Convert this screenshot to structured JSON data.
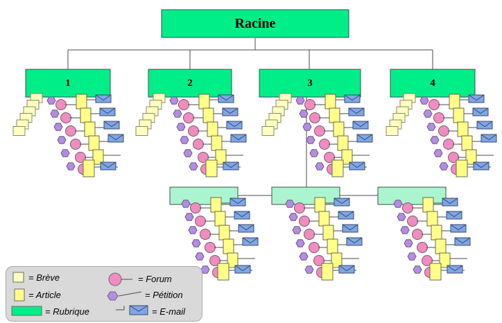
{
  "root": {
    "label": "Racine"
  },
  "sections": [
    {
      "label": "1"
    },
    {
      "label": "2"
    },
    {
      "label": "3"
    },
    {
      "label": "4"
    }
  ],
  "subsections_count_under": "3",
  "legend": {
    "breve": "= Brève",
    "article": "= Article",
    "rubrique": "= Rubrique",
    "forum": "= Forum",
    "petition": "= Pétition",
    "email": "= E-mail"
  },
  "colors": {
    "rubrique": "#00ee88",
    "subrubrique": "#aaf5d0",
    "breve": "#ffffc0",
    "article": "#ffff88",
    "forum": "#f08cc0",
    "petition": "#b48ce6",
    "email": "#7fa6e6",
    "line": "#4a4a4a"
  },
  "icons": [
    "breve-icon",
    "article-icon",
    "rubrique-icon",
    "forum-icon",
    "petition-icon",
    "email-icon"
  ]
}
